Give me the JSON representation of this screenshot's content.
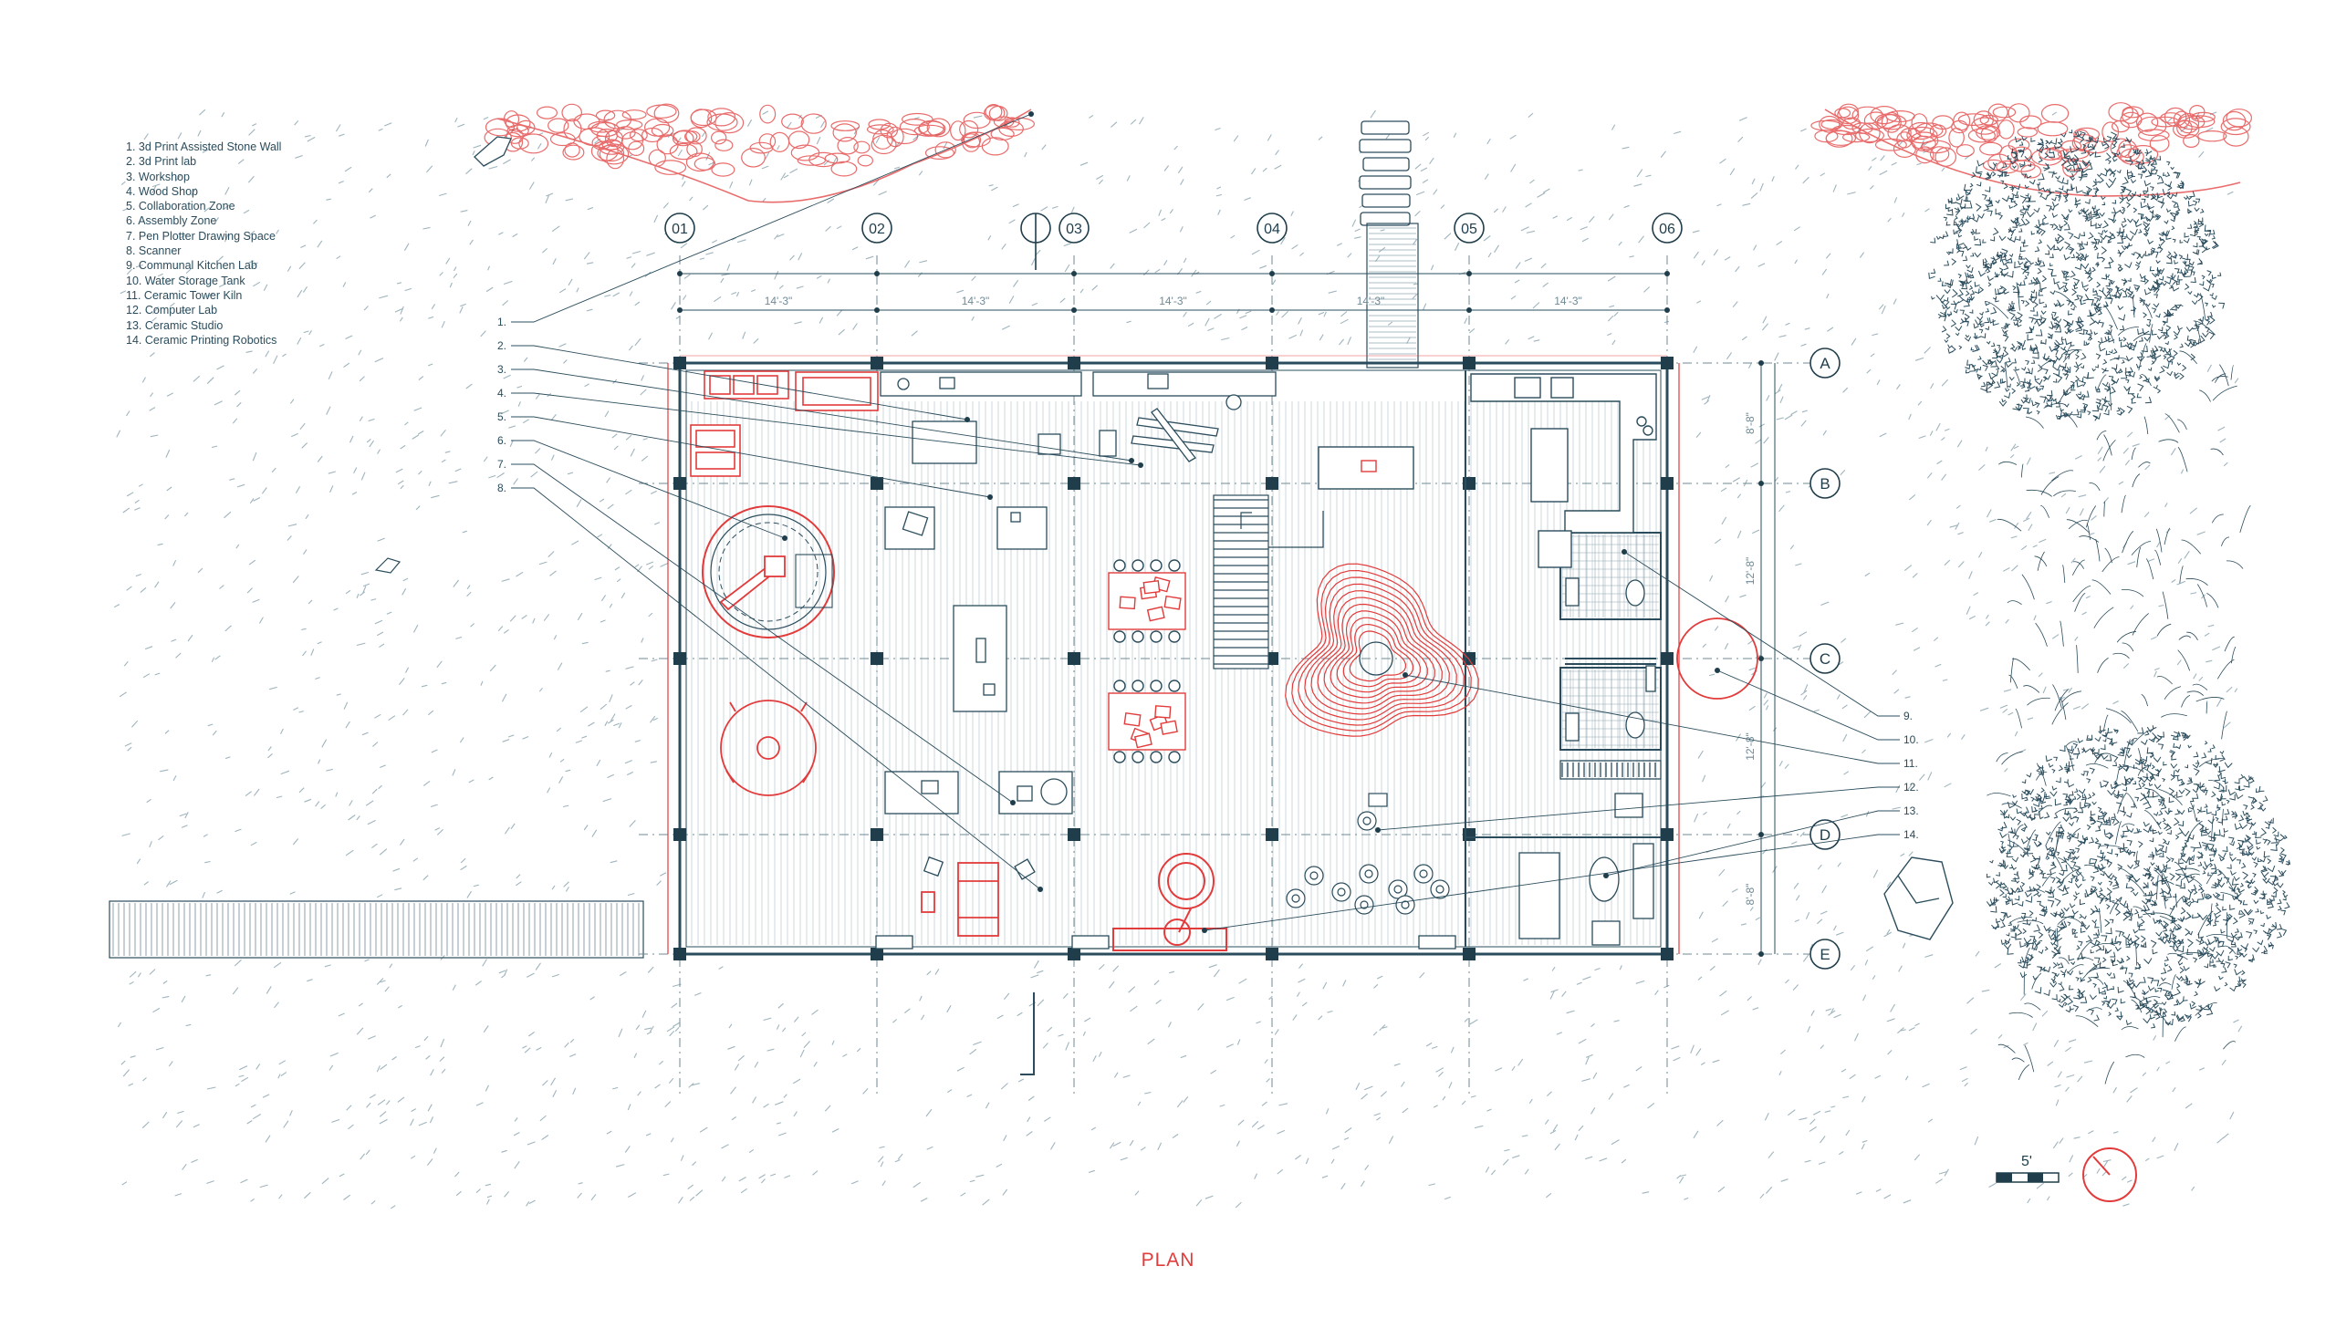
{
  "title": "PLAN",
  "legend": [
    "1. 3d Print Assisted Stone Wall",
    "2. 3d Print lab",
    "3. Workshop",
    "4. Wood Shop",
    "5. Collaboration Zone",
    "6. Assembly Zone",
    "7. Pen Plotter Drawing Space",
    "8. Scanner",
    "9. Communal Kitchen Lab",
    "10. Water Storage Tank",
    "11. Ceramic Tower Kiln",
    "12. Computer Lab",
    "13. Ceramic Studio",
    "14. Ceramic Printing Robotics"
  ],
  "grid_columns": [
    "01",
    "02",
    "03",
    "04",
    "05",
    "06"
  ],
  "grid_rows": [
    "A",
    "B",
    "C",
    "D",
    "E"
  ],
  "bay_dimension": "14'-3\"",
  "row_dimensions": [
    "8'-8\"",
    "12'-8\"",
    "12'-8\"",
    "8'-8\""
  ],
  "callouts_left": [
    "1.",
    "2.",
    "3.",
    "4.",
    "5.",
    "6.",
    "7.",
    "8."
  ],
  "callouts_right": [
    "9.",
    "10.",
    "11.",
    "12.",
    "13.",
    "14."
  ],
  "scale_label": "5'",
  "colors": {
    "line": "#2a4c5c",
    "light_line": "#8fa6b0",
    "accent": "#e23b3b",
    "background": "#ffffff"
  }
}
